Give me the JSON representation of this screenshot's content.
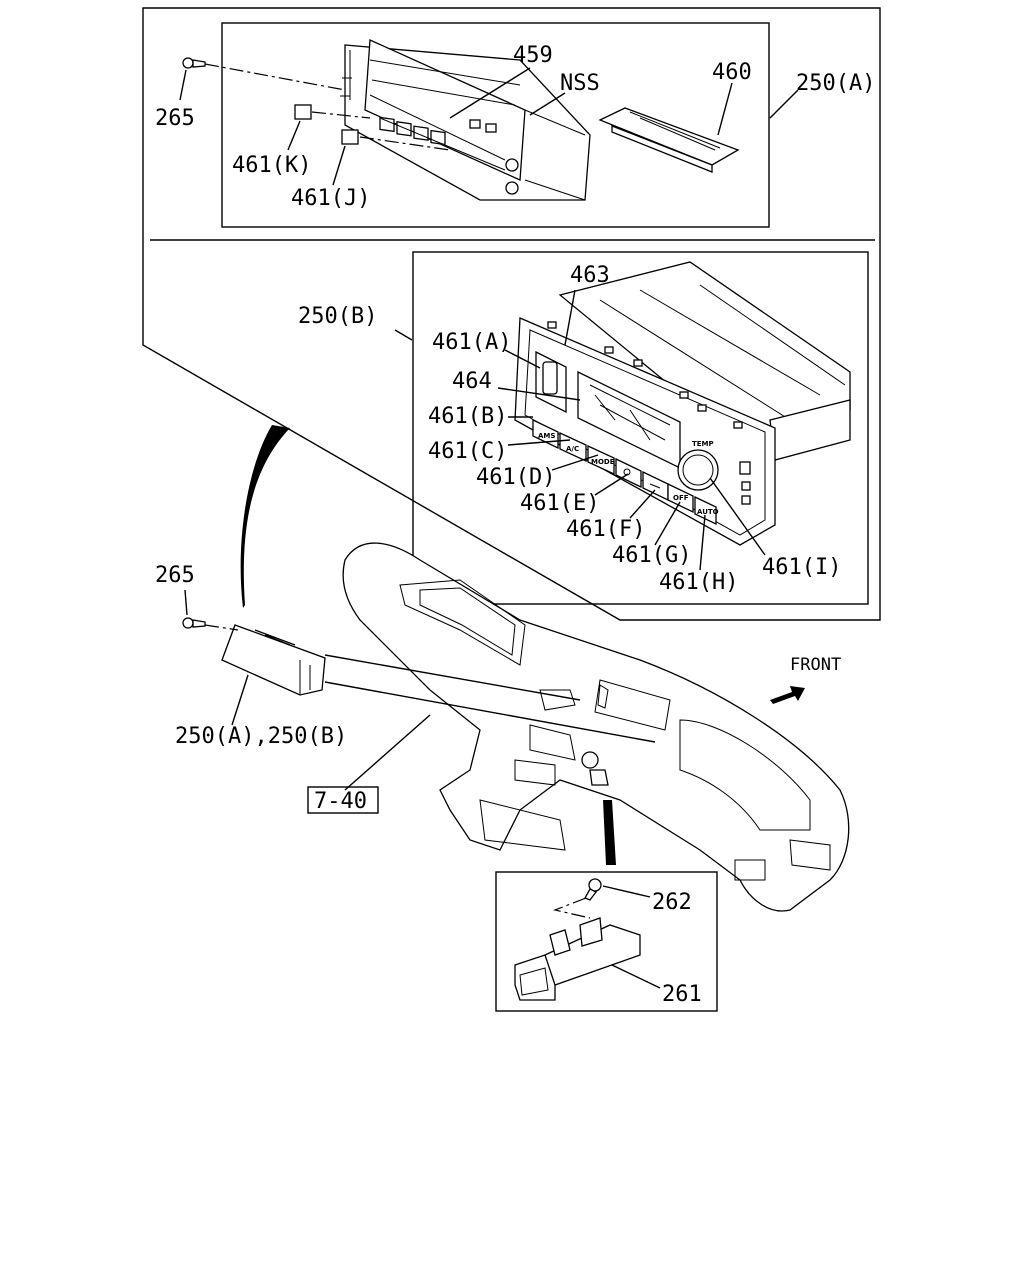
{
  "labels": {
    "p459": "459",
    "nss": "NSS",
    "p460": "460",
    "p250a": "250(A)",
    "p265_top": "265",
    "p461k": "461(K)",
    "p461j": "461(J)",
    "p463": "463",
    "p250b": "250(B)",
    "p461a": "461(A)",
    "p464": "464",
    "p461b": "461(B)",
    "p461c": "461(C)",
    "p461d": "461(D)",
    "p461e": "461(E)",
    "p461f": "461(F)",
    "p461g": "461(G)",
    "p461h": "461(H)",
    "p461i": "461(I)",
    "p265_mid": "265",
    "p250ab": "250(A),250(B)",
    "front": "FRONT",
    "ref740": "7-40",
    "p262": "262",
    "p261": "261"
  },
  "buttons": {
    "ams": "AMS",
    "ac": "A/C",
    "mode": "MODE",
    "off": "OFF",
    "auto": "AUTO",
    "temp": "TEMP"
  }
}
